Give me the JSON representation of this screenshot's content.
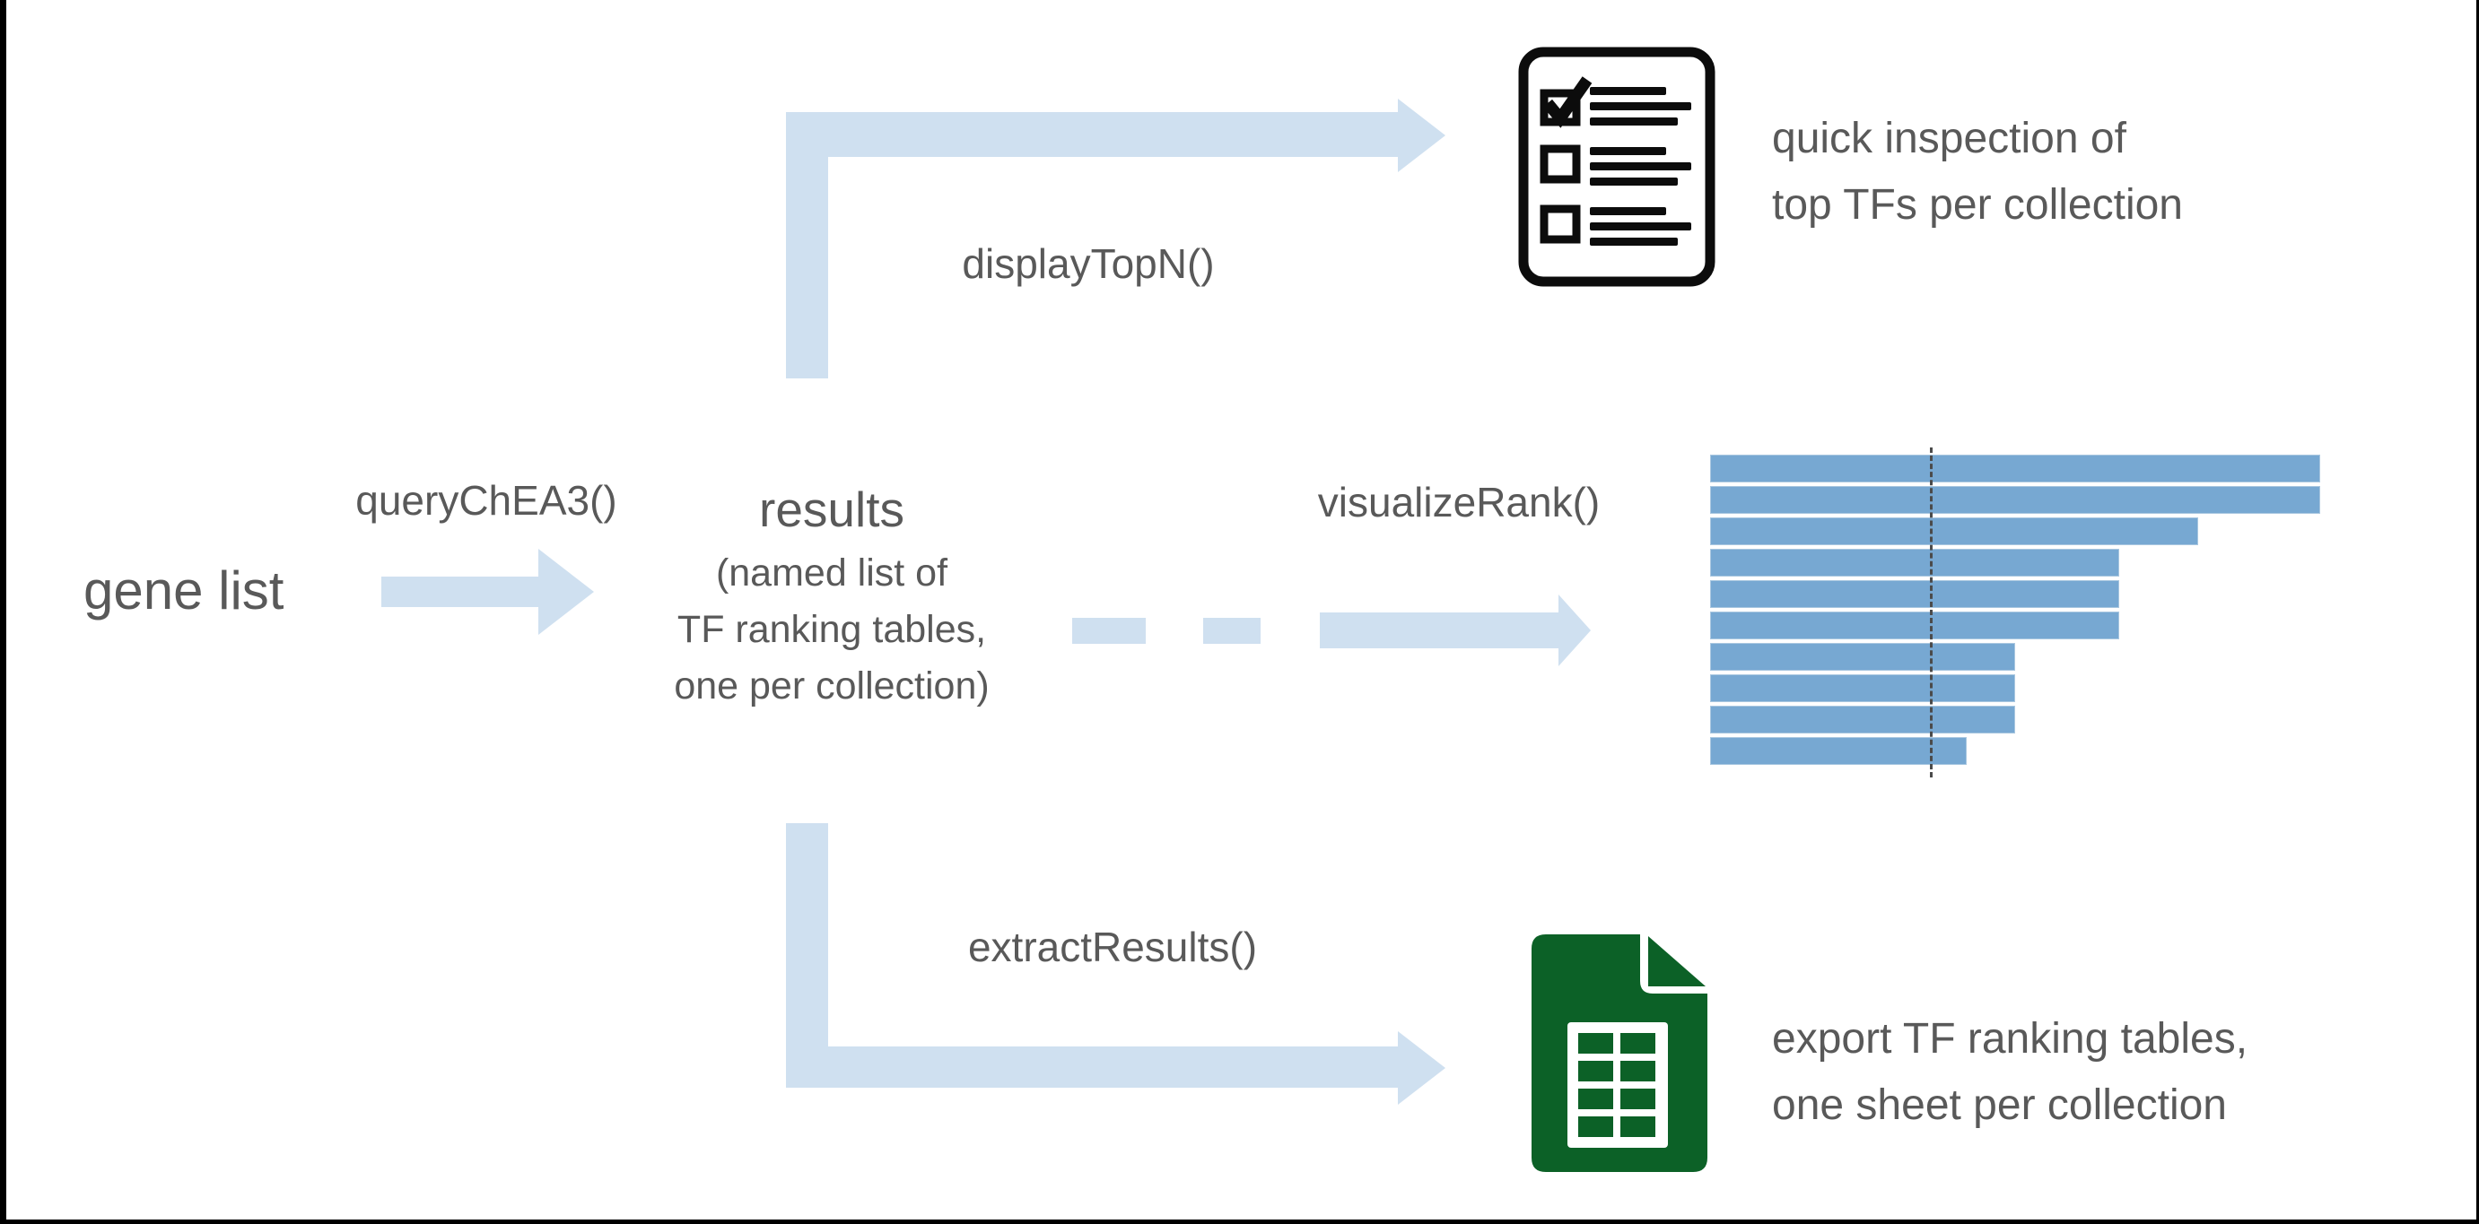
{
  "labels": {
    "gene_list": "gene list",
    "results_title": "results",
    "results_note_lines": [
      "(named list of",
      "TF ranking tables,",
      "one per collection)"
    ],
    "fn_query": "queryChEA3()",
    "fn_display": "displayTopN()",
    "fn_visualize": "visualizeRank()",
    "fn_extract": "extractResults()",
    "inspection_lines": [
      "quick inspection of",
      "top TFs per collection"
    ],
    "export_lines": [
      "export TF ranking tables,",
      "one sheet per collection"
    ]
  },
  "icons": {
    "checklist": "checklist-icon (paper with one checked box, two empty boxes, text lines)",
    "spreadsheet": "spreadsheet-icon (green sheet file with folded corner and 2x4 cell grid)"
  },
  "colors": {
    "arrow": "#cfe0f0",
    "bar_fill": "#77a8d2",
    "text": "#595959",
    "icon_ink": "#0c0c0c",
    "spreadsheet_green": "#0c6127",
    "reference_line": "#4b4b4b"
  },
  "chart_data": {
    "type": "bar",
    "orientation": "horizontal",
    "title": "",
    "xlabel": "",
    "ylabel": "",
    "categories": [
      "",
      "",
      "",
      "",
      "",
      "",
      "",
      "",
      "",
      ""
    ],
    "values": [
      100,
      100,
      80,
      67,
      67,
      67,
      50,
      50,
      50,
      42
    ],
    "xlim": [
      0,
      100
    ],
    "reference_line_x": 36,
    "gridlines": false,
    "legend": "none",
    "note": "unlabeled TF rank bars, dashed vertical reference line"
  }
}
